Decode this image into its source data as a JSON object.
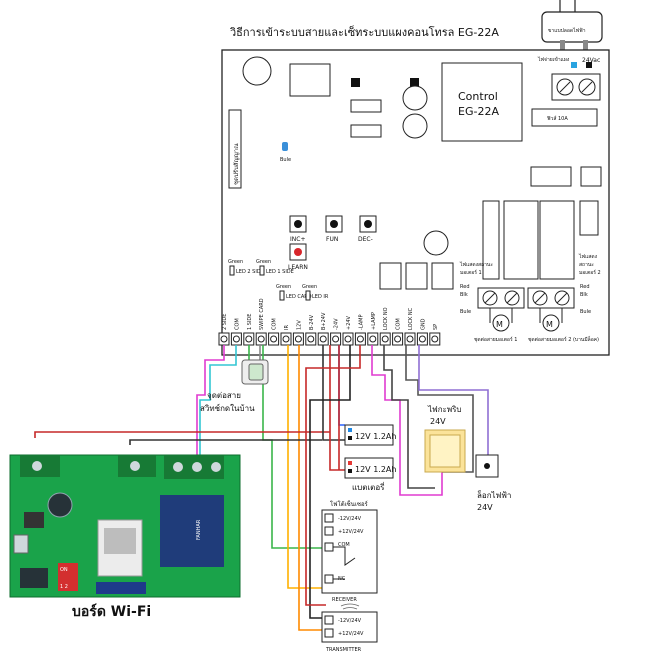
{
  "title": "วิธีการเข้าระบบสายและเซ็ทระบบแผงคอนโทรล EG-22A",
  "plug_label": "ขาแบปลอดไฟฟ้า",
  "power_in_label": "ไฟจ่ายเข้าแผง",
  "power_in_voltage": "24Vac",
  "control_box": {
    "line1": "Control",
    "line2": "EG-22A"
  },
  "fuse_label": "ฟิวส์ 10A",
  "side_label": "ชุดปรับสัญญาณ",
  "led_blue_label": "Bule",
  "buttons": {
    "inc": "INC+",
    "fun": "FUN",
    "dec": "DEC-",
    "learn": "LEARN"
  },
  "leds": {
    "led1_color": "Green",
    "led1_name": "LED 2 SIDE",
    "led2_color": "Green",
    "led2_name": "LED 1 SIDE",
    "led3_color": "Green",
    "led3_name": "LED CARD",
    "led4_color": "Green",
    "led4_name": "LED IR"
  },
  "motor1": {
    "label_line1": "ไฟแสดงสถานะ",
    "label_line2": "มอเตอร์ 1",
    "caption": "ชุดต่อสายมอเตอร์ 1",
    "wires": [
      "Red",
      "Blk",
      "Bule"
    ]
  },
  "motor2": {
    "label_line1": "ไฟแสดง",
    "label_line2": "สถานะ",
    "label_line3": "มอเตอร์ 2",
    "caption": "ชุดต่อสายมอเตอร์ 2 (บานมีล็อค)",
    "wires": [
      "Red",
      "Blk",
      "Bule"
    ]
  },
  "motor_symbol": "M",
  "terminals": [
    "2 SIDE",
    "COM",
    "1 SIDE",
    "SWIPE CARD",
    "COM",
    "IR",
    "12V",
    "B-24V",
    "B+24V",
    "-24V",
    "+24V",
    "-LAMP",
    "+LAMP",
    "LOCK NO",
    "COM",
    "LOCK NC",
    "GND",
    "SP"
  ],
  "switch_label_line1": "จุดต่อสาย",
  "switch_label_line2": "สวิทช์กดในบ้าน",
  "battery1": "12V 1.2Ah",
  "battery2": "12V 1.2Ah",
  "battery_label": "แบตเตอรี่",
  "lamp_label_line1": "ไฟกะพริบ",
  "lamp_label_line2": "24V",
  "lock_label_line1": "ล็อกไฟฟ้า",
  "lock_label_line2": "24V",
  "sensor_title": "โฟโต้เซ็นเซอร์",
  "receiver": {
    "t1": "-12V/24V",
    "t2": "+12V/24V",
    "t3": "COM",
    "t4": "NC",
    "name": "RECEIVER"
  },
  "transmitter": {
    "t1": "-12V/24V",
    "t2": "+12V/24V",
    "name": "TRANSMITTER"
  },
  "wifi_label": "บอร์ด Wi-Fi",
  "wifi_relay_brand": "FANHAR",
  "dip_label": "ON",
  "dip_nums": "1 2"
}
